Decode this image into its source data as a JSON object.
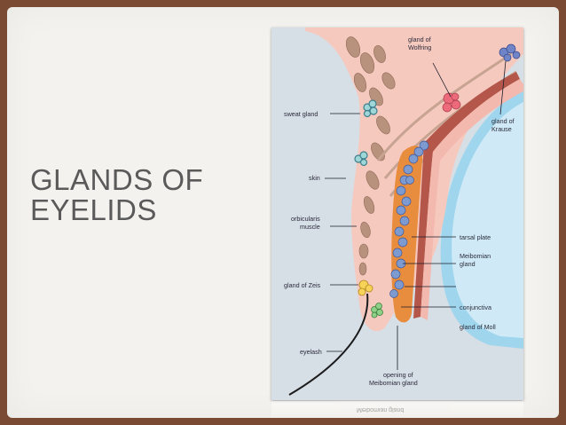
{
  "slide": {
    "title": "GLANDS OF\nEYELIDS"
  },
  "figure": {
    "labels": {
      "gland_of_wolfring": "gland of\nWolfring",
      "sweat_gland": "sweat gland",
      "gland_of_krause": "gland of\nKrause",
      "skin": "skin",
      "orbicularis_muscle": "orbicularis\nmuscle",
      "tarsal_plate": "tarsal plate",
      "meibomian_gland": "Meibomian\ngland",
      "gland_of_zeis": "gland of Zeis",
      "conjunctiva": "conjunctiva",
      "gland_of_moll": "gland of Moll",
      "eyelash": "eyelash",
      "opening_of_meibomian_gland": "opening of\nMeibomian gland"
    },
    "reflection_text": "Meibomian gland"
  }
}
